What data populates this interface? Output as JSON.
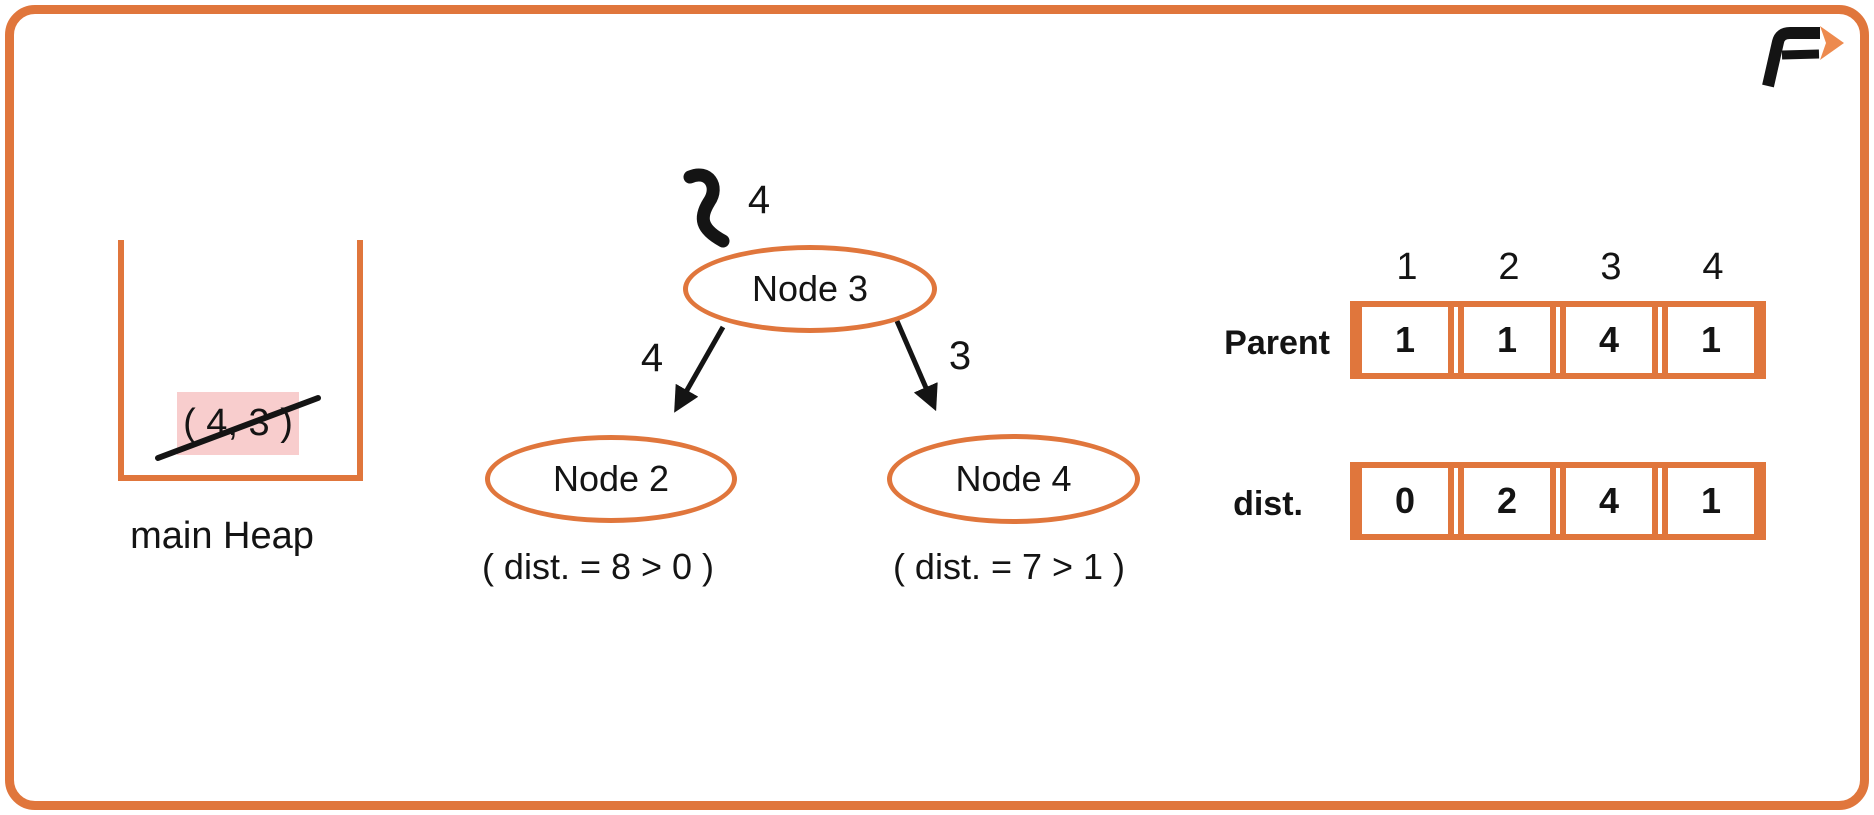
{
  "logo": {
    "name": "takeuforward-f-logo"
  },
  "heap": {
    "entry": "( 4, 3 )",
    "label": "main Heap"
  },
  "tree": {
    "incoming_edge_weight": "4",
    "root_label": "Node 3",
    "left_child_label": "Node 2",
    "right_child_label": "Node 4",
    "left_edge_weight": "4",
    "right_edge_weight": "3",
    "left_child_note": "( dist. = 8 > 0 )",
    "right_child_note": "( dist. = 7 > 1 )"
  },
  "arrays": {
    "indices": [
      "1",
      "2",
      "3",
      "4"
    ],
    "parent": {
      "label": "Parent",
      "values": [
        "1",
        "1",
        "4",
        "1"
      ]
    },
    "dist": {
      "label": "dist.",
      "values": [
        "0",
        "2",
        "4",
        "1"
      ]
    }
  },
  "colors": {
    "accent_orange": "#E0763C",
    "highlight_pink": "#F8CDCD",
    "ink_black": "#141414"
  }
}
